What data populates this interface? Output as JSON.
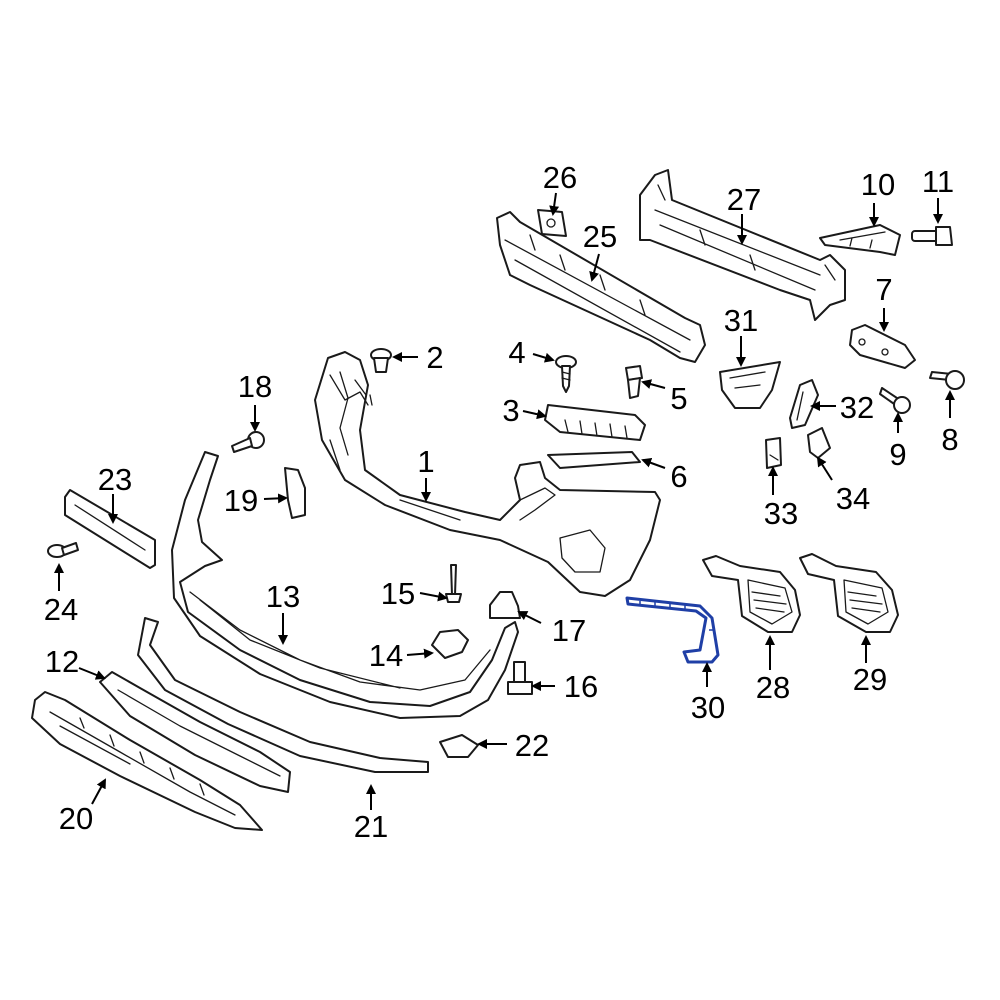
{
  "accent_color": "#1f3fa6",
  "highlighted_part": "30",
  "callouts": {
    "c1": "1",
    "c2": "2",
    "c3": "3",
    "c4": "4",
    "c5": "5",
    "c6": "6",
    "c7": "7",
    "c8": "8",
    "c9": "9",
    "c10": "10",
    "c11": "11",
    "c12": "12",
    "c13": "13",
    "c14": "14",
    "c15": "15",
    "c16": "16",
    "c17": "17",
    "c18": "18",
    "c19": "19",
    "c20": "20",
    "c21": "21",
    "c22": "22",
    "c23": "23",
    "c24": "24",
    "c25": "25",
    "c26": "26",
    "c27": "27",
    "c28": "28",
    "c29": "29",
    "c30": "30",
    "c31": "31",
    "c32": "32",
    "c33": "33",
    "c34": "34"
  }
}
